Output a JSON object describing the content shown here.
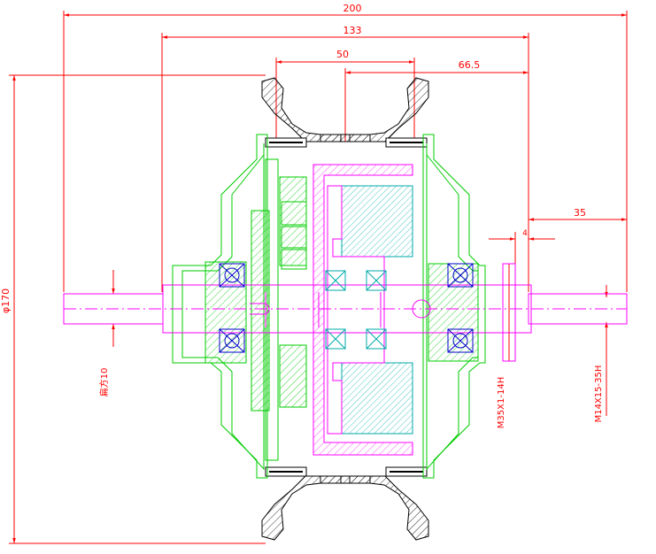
{
  "drawing": {
    "dimensions": {
      "overall_width": "200",
      "housing_width": "133",
      "rim_width": "50",
      "half_offset": "66.5",
      "axle_extension": "35",
      "small_gap": "4",
      "diameter": "φ170",
      "thread_small": "M14X15-35H",
      "thread_large": "M35X1-14H",
      "flat_note": "扁方10"
    },
    "colors": {
      "dimension": "#ff0000",
      "housing": "#00cc00",
      "axle": "#ff00ff",
      "bearing": "#0000cc",
      "stator": "#00aaaa",
      "rim": "#000000"
    }
  }
}
